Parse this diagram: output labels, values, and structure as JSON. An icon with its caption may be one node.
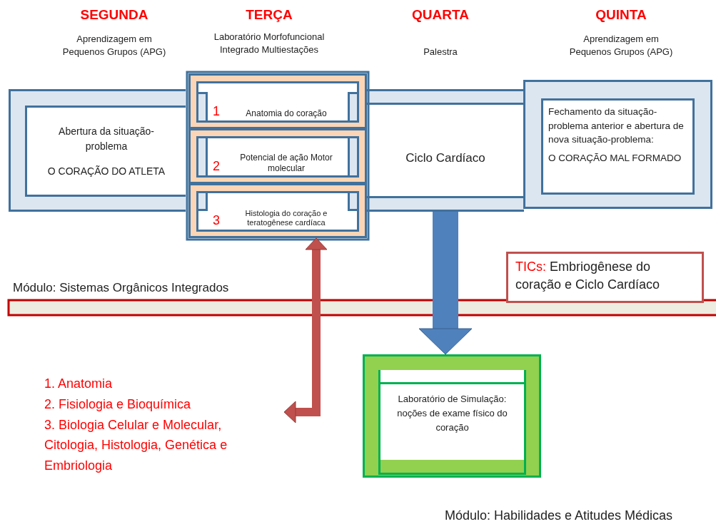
{
  "diagram": {
    "nodes": [
      {
        "text": [
          "Abertura da situação-problema",
          "O CORAÇÃO DO ATLETA"
        ]
      },
      {
        "text": [
          "1",
          "Anatomia do coração"
        ]
      },
      {
        "text": [
          "2",
          "Potencial de ação Motor molecular"
        ]
      },
      {
        "text": [
          "3",
          "Histologia do coração e teratogênese cardíaca"
        ]
      },
      {
        "text": [
          "Ciclo Cardíaco"
        ]
      },
      {
        "text": [
          "Fechamento da situação-problema anterior e abertura de nova situação-problema:",
          "O CORAÇÃO MAL FORMADO"
        ]
      },
      {
        "text": [
          "Módulo: Sistemas Orgânicos Integrados"
        ]
      },
      {
        "text": [
          "TICs:",
          "Embriogênese do coração e Ciclo Cardíaco"
        ]
      },
      {
        "text": [
          "1. Anatomia",
          "2. Fisiologia e Bioquímica",
          "3. Biologia Celular e Molecular, Citologia, Histologia, Genética e Embriologia"
        ]
      },
      {
        "text": [
          "Laboratório de Simulação: noções de exame físico do coração"
        ]
      }
    ],
    "edges": [
      {
        "from": 3,
        "to": 8,
        "arrow": "both",
        "color": "#c0504d"
      },
      {
        "from": 4,
        "to": 9,
        "arrow": "to",
        "style": "thick",
        "color": "#4f81bd"
      }
    ],
    "labels": [
      "SEGUNDA",
      "Aprendizagem em Pequenos Grupos (APG)",
      "TERÇA",
      "Laboratório Morfofuncional Integrado Multiestações",
      "QUARTA",
      "Palestra",
      "QUINTA",
      "Aprendizagem em Pequenos Grupos (APG)",
      "Módulo: Habilidades e Atitudes Médicas"
    ]
  }
}
